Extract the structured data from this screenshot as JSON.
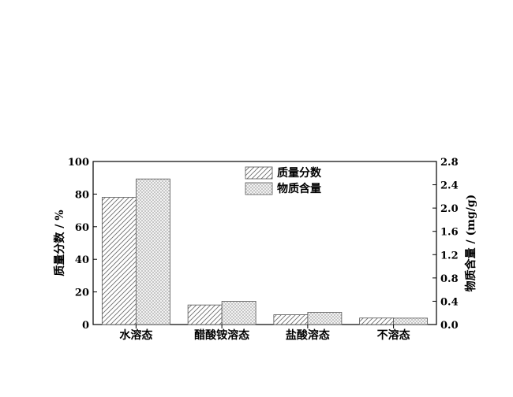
{
  "chart_data": {
    "type": "bar",
    "categories": [
      "水溶态",
      "醋酸铵溶态",
      "盐酸溶态",
      "不溶态"
    ],
    "series": [
      {
        "name": "质量分数",
        "axis": "left",
        "pattern": "diagonal-hatch",
        "values": [
          78,
          12,
          6,
          4
        ]
      },
      {
        "name": "物质含量",
        "axis": "right",
        "pattern": "dot-crosshatch",
        "values": [
          2.5,
          0.4,
          0.21,
          0.11
        ]
      }
    ],
    "ylabel": "质量分数 / %",
    "ylim": [
      0,
      100
    ],
    "yticks": [
      "0",
      "20",
      "40",
      "60",
      "80",
      "100"
    ],
    "y2label": "物质含量 / (mg/g)",
    "y2lim": [
      0,
      2.8
    ],
    "y2ticks": [
      "0.0",
      "0.4",
      "0.8",
      "1.2",
      "1.6",
      "2.0",
      "2.4",
      "2.8"
    ],
    "legend_position": "top-center",
    "grid": false
  }
}
